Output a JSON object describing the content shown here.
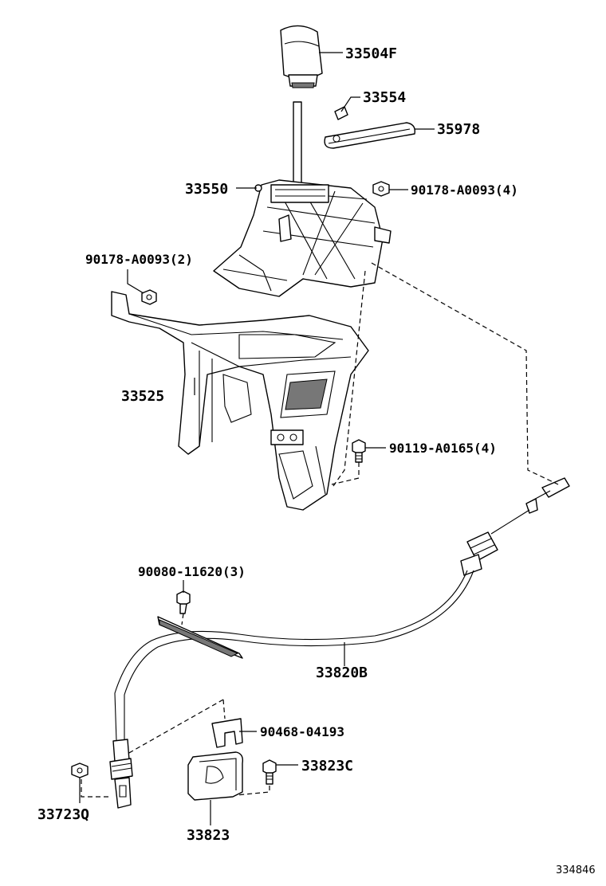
{
  "parts": [
    {
      "id": "p1",
      "label": "33504F"
    },
    {
      "id": "p2",
      "label": "33554"
    },
    {
      "id": "p3",
      "label": "35978"
    },
    {
      "id": "p4",
      "label": "33550"
    },
    {
      "id": "p5",
      "label": "90178-A0093(4)"
    },
    {
      "id": "p6",
      "label": "90178-A0093(2)"
    },
    {
      "id": "p7",
      "label": "33525"
    },
    {
      "id": "p8",
      "label": "90119-A0165(4)"
    },
    {
      "id": "p9",
      "label": "90080-11620(3)"
    },
    {
      "id": "p10",
      "label": "33820B"
    },
    {
      "id": "p11",
      "label": "90468-04193"
    },
    {
      "id": "p12",
      "label": "33823C"
    },
    {
      "id": "p13",
      "label": "33723Q"
    },
    {
      "id": "p14",
      "label": "33823"
    }
  ],
  "diagram_ref": "334846"
}
